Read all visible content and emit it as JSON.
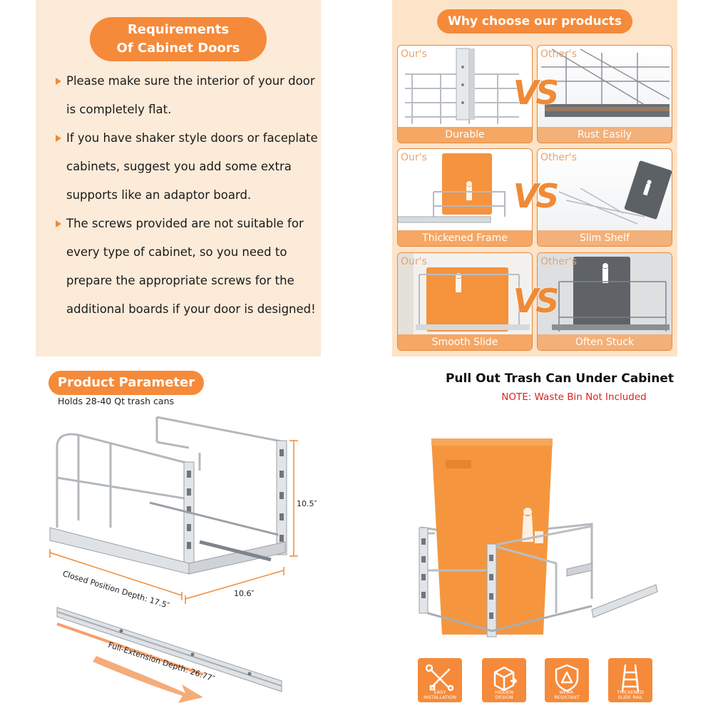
{
  "requirements": {
    "title_line1": "Requirements",
    "title_line2": "Of Cabinet Doors",
    "lines": [
      "Please make sure the interior of your door",
      "is completely flat.",
      "If you have shaker style doors or faceplate",
      "cabinets, suggest you add some extra",
      "supports like an adaptor board.",
      "The screws provided are not suitable for",
      "every type of cabinet, so you  need to",
      "prepare the appropriate screws for the",
      "additional boards if your door is designed!"
    ]
  },
  "comparison": {
    "title": "Why choose our products",
    "ours_label": "Our's",
    "others_label": "Other's",
    "vs_label": "VS",
    "rows": [
      {
        "ours": "Durable",
        "others": "Rust Easily"
      },
      {
        "ours": "Thickened Frame",
        "others": "Slim Shelf"
      },
      {
        "ours": "Smooth Slide",
        "others": "Often Stuck"
      }
    ]
  },
  "parameters": {
    "title": "Product Parameter",
    "subtitle": "Holds 28-40 Qt trash cans",
    "height": "10.5″",
    "width": "10.6″",
    "closed_depth": "Closed Position Depth: 17.5″",
    "full_extension": "Full-Extension Depth: 26.77″"
  },
  "product": {
    "title": "Pull Out Trash Can Under Cabinet",
    "note": "NOTE: Waste Bin Not Included",
    "features": [
      {
        "line1": "EASY",
        "line2": "INSTALLATION",
        "icon": "tools-icon"
      },
      {
        "line1": "HIDDEN",
        "line2": "DESIGN",
        "icon": "box-icon"
      },
      {
        "line1": "WEAR-",
        "line2": "RESISTANT",
        "icon": "shield-icon"
      },
      {
        "line1": "THICKENED",
        "line2": "SLIDE RAIL",
        "icon": "slide-rail-icon"
      }
    ]
  },
  "colors": {
    "accent": "#f58a3a",
    "panel_peach": "#fcebd9",
    "panel_orange_light": "#fde3c8",
    "note_red": "#e02020"
  }
}
